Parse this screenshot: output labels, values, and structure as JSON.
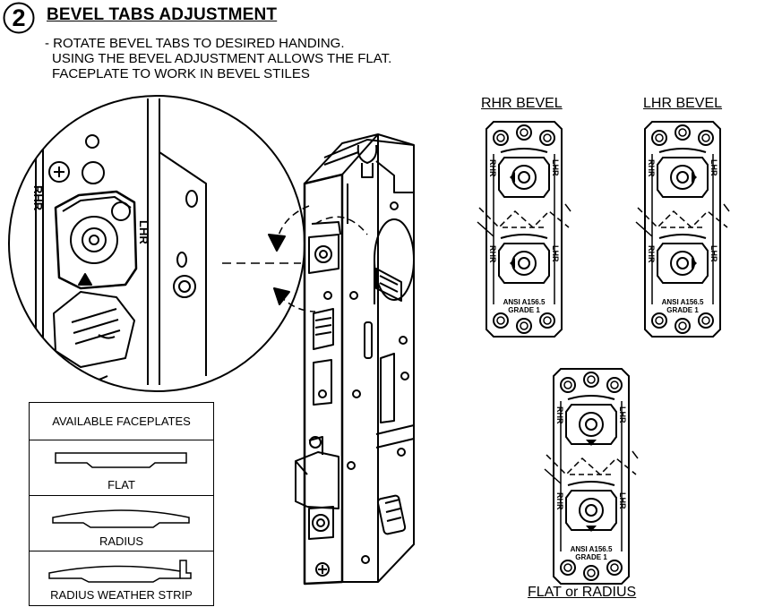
{
  "step": {
    "number": "2",
    "title": "BEVEL TABS ADJUSTMENT"
  },
  "instructions": [
    "- ROTATE BEVEL TABS TO DESIRED HANDING.",
    "USING THE BEVEL ADJUSTMENT ALLOWS THE FLAT.",
    "FACEPLATE TO WORK IN BEVEL STILES"
  ],
  "captions": {
    "rhr": "RHR BEVEL",
    "lhr": "LHR BEVEL",
    "flat": "FLAT or RADIUS"
  },
  "handing_labels": {
    "rhr": "RHR",
    "lhr": "LHR"
  },
  "plate_marking": {
    "line1": "ANSI A156.5",
    "line2": "GRADE 1"
  },
  "faceplates": {
    "header": "AVAILABLE FACEPLATES",
    "items": [
      "FLAT",
      "RADIUS",
      "RADIUS WEATHER STRIP"
    ]
  }
}
